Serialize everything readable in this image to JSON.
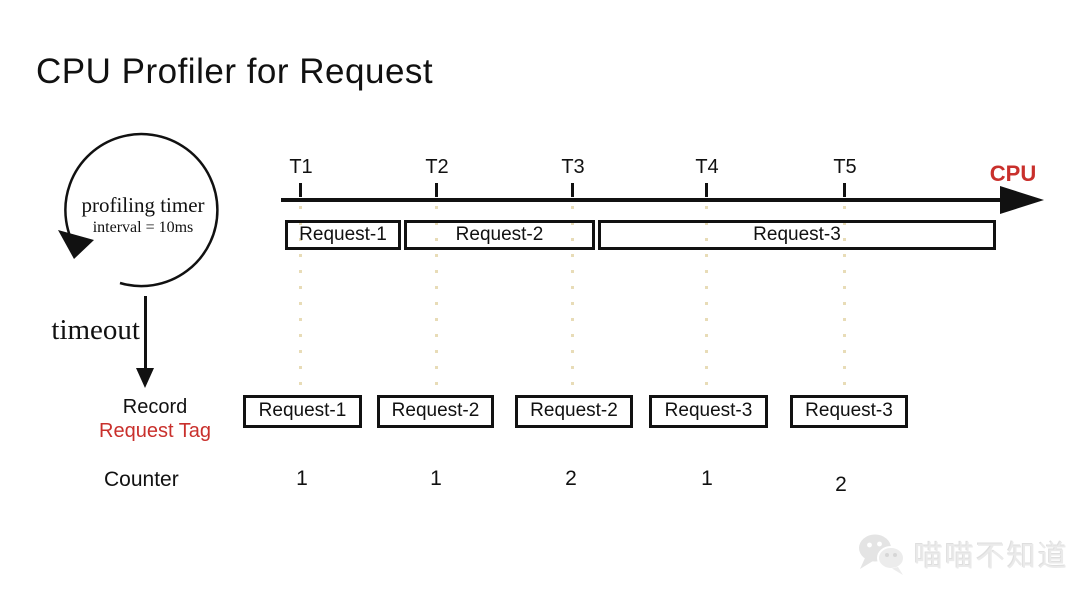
{
  "slide": {
    "title": "CPU Profiler for Request"
  },
  "timer": {
    "label_line1": "profiling timer",
    "label_line2": "interval = 10ms",
    "timeout": "timeout"
  },
  "timeline": {
    "cpu_label": "CPU",
    "ticks": [
      {
        "label": "T1"
      },
      {
        "label": "T2"
      },
      {
        "label": "T3"
      },
      {
        "label": "T4"
      },
      {
        "label": "T5"
      }
    ],
    "segments": [
      {
        "label": "Request-1"
      },
      {
        "label": "Request-2"
      },
      {
        "label": "Request-3"
      }
    ]
  },
  "record": {
    "caption_line1": "Record",
    "caption_line2": "Request Tag",
    "boxes": [
      {
        "label": "Request-1"
      },
      {
        "label": "Request-2"
      },
      {
        "label": "Request-2"
      },
      {
        "label": "Request-3"
      },
      {
        "label": "Request-3"
      }
    ]
  },
  "counter": {
    "label": "Counter",
    "values": [
      "1",
      "1",
      "2",
      "1",
      "2"
    ]
  },
  "watermark": {
    "text": "喵喵不知道"
  },
  "colors": {
    "red": "#c9302c",
    "dot": "#e8dcb7",
    "ink": "#111111"
  }
}
